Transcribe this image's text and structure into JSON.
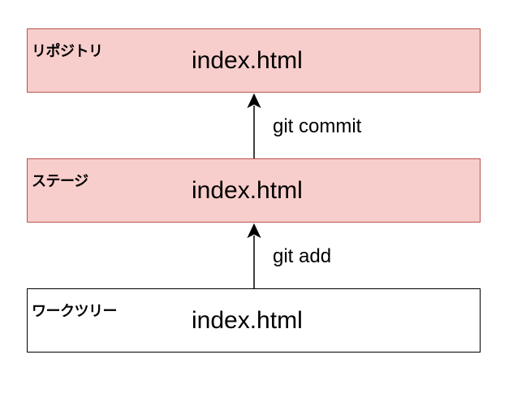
{
  "diagram": {
    "nodes": [
      {
        "id": "repository",
        "label": "リポジトリ",
        "file": "index.html",
        "fill": "#f8cecc",
        "stroke": "#b85450"
      },
      {
        "id": "stage",
        "label": "ステージ",
        "file": "index.html",
        "fill": "#f8cecc",
        "stroke": "#b85450"
      },
      {
        "id": "worktree",
        "label": "ワークツリー",
        "file": "index.html",
        "fill": "#ffffff",
        "stroke": "#000000"
      }
    ],
    "edges": [
      {
        "from": "stage",
        "to": "repository",
        "label": "git commit"
      },
      {
        "from": "worktree",
        "to": "stage",
        "label": "git add"
      }
    ]
  }
}
